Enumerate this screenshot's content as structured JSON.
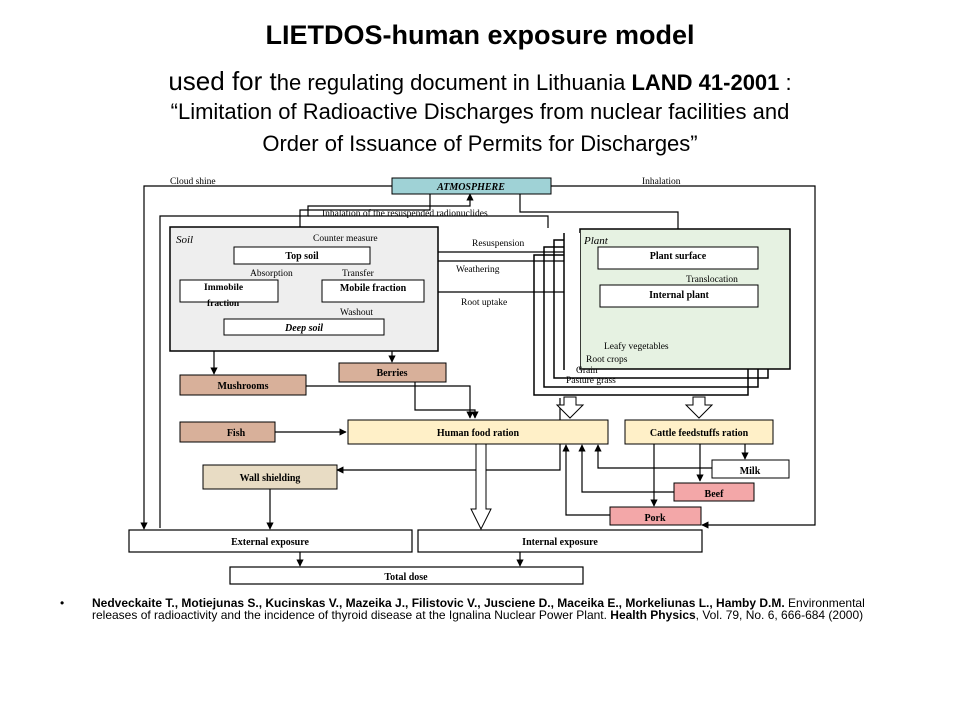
{
  "title": {
    "line1": "LIETDOS-human exposure model",
    "line2_a": "used for t",
    "line2_b": "he regulating document in Lithuania ",
    "line2_c": "LAND 41-2001",
    "line2_d": " :",
    "line3": "“Limitation of Radioactive Discharges from nuclear facilities and",
    "line4": "Order of Issuance of Permits for Discharges”"
  },
  "diagram": {
    "colors": {
      "atmosphere": "#9fd2d6",
      "soil_bg": "#eeeeee",
      "plant_bg": "#e6f2e2",
      "brown": "#d8b09a",
      "human_food": "#fff0c8",
      "cattle": "#fff0c8",
      "wall": "#e8dcc4",
      "red": "#f3a7a8",
      "line": "#000000"
    },
    "labels": {
      "cloud_shine": "Cloud shine",
      "atmosphere": "ATMOSPHERE",
      "inhalation": "Inhalation",
      "inhalation_resusp": "Inhalation of the resuspended radionuclides",
      "soil": "Soil",
      "counter_measure": "Counter measure",
      "top_soil": "Top soil",
      "absorption": "Absorption",
      "transfer": "Transfer",
      "immobile_1": "Immobile",
      "immobile_2": "fraction",
      "mobile": "Mobile fraction",
      "washout": "Washout",
      "deep_soil": "Deep soil",
      "resuspension": "Resuspension",
      "weathering": "Weathering",
      "root_uptake": "Root uptake",
      "plant": "Plant",
      "plant_surface": "Plant surface",
      "translocation": "Translocation",
      "internal_plant": "Internal plant",
      "leafy": "Leafy vegetables",
      "root_crops": "Root crops",
      "grain": "Grain",
      "pasture": "Pasture grass",
      "mushrooms": "Mushrooms",
      "berries": "Berries",
      "fish": "Fish",
      "human_food": "Human food ration",
      "cattle": "Cattle feedstuffs ration",
      "milk": "Milk",
      "beef": "Beef",
      "pork": "Pork",
      "wall_shielding": "Wall shielding",
      "external_exposure": "External exposure",
      "internal_exposure": "Internal exposure",
      "total_dose": "Total dose"
    }
  },
  "reference": {
    "bullet": "•",
    "authors": "Nedveckaite T., Motiejunas S., Kucinskas V., Mazeika J., Filistovic V., Jusciene D.,  Maceika E., Morkeliunas L., Hamby D.M.",
    "title": " Environmental releases of radioactivity and the incidence of thyroid disease at the Ignalina Nuclear Power Plant. ",
    "journal": "Health Physics",
    "details": ", Vol. 79, No. 6, 666-684  (2000)"
  }
}
